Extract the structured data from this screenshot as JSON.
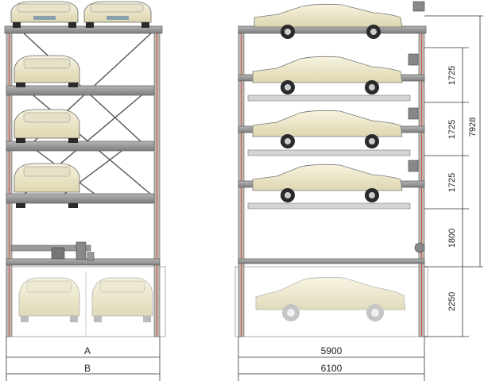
{
  "front_view": {
    "width_labels": [
      "A",
      "B"
    ],
    "pit_cars": 2,
    "upper_platform_cars": 2,
    "car_rows": 4
  },
  "side_view": {
    "width_labels": [
      "5900",
      "6100"
    ],
    "level_heights": [
      "1725",
      "1725",
      "1725",
      "1800"
    ],
    "pit_depth": "2250",
    "total_height": "7928"
  },
  "colors": {
    "frame": "#8a8a8a",
    "column": "#b9b4ad",
    "column_stripe": "#d05050",
    "car_body": "#f1ecd0",
    "car_shadow": "#d9d2aa",
    "tire": "#2a2a2a",
    "pit_line": "#c8c8c8",
    "dimension": "#333333"
  }
}
